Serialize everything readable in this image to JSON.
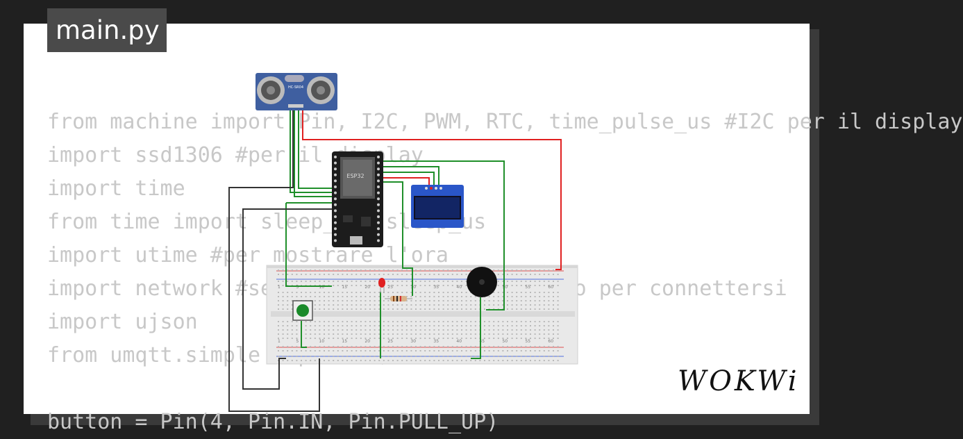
{
  "tab": {
    "title": "main.py"
  },
  "code_lines": [
    "from machine import Pin, I2C, PWM, RTC, time_pulse_us #I2C per il display",
    "import ssd1306 #per il display",
    "import time",
    "from time import sleep_ms, sleep_us",
    "import utime #per mostrare l'ora",
    "import network #servizio network necessario per connettersi",
    "import ujson",
    "from umqtt.simple import MQTTClient",
    "",
    "button = Pin(4, Pin.IN, Pin.PULL_UP)"
  ],
  "components": {
    "sensor_label": "HC-SR04",
    "mcu_label": "ESP32"
  },
  "breadboard": {
    "column_numbers": [
      "1",
      "5",
      "10",
      "15",
      "20",
      "25",
      "30",
      "35",
      "40",
      "45",
      "50",
      "55",
      "60"
    ]
  },
  "logo": {
    "text": "WOKWi"
  },
  "colors": {
    "background": "#202020",
    "card": "#ffffff",
    "tab": "#4a4a4a",
    "code_text": "#c8c8c8",
    "wire_green": "#1f8f2a",
    "wire_red": "#e02020",
    "wire_black": "#333333",
    "sensor_board": "#3f5fa0",
    "esp_board": "#1c1c1c",
    "oled_screen": "#1a4fe0",
    "led": "#e02020",
    "button_cap": "#1a8a2a"
  }
}
